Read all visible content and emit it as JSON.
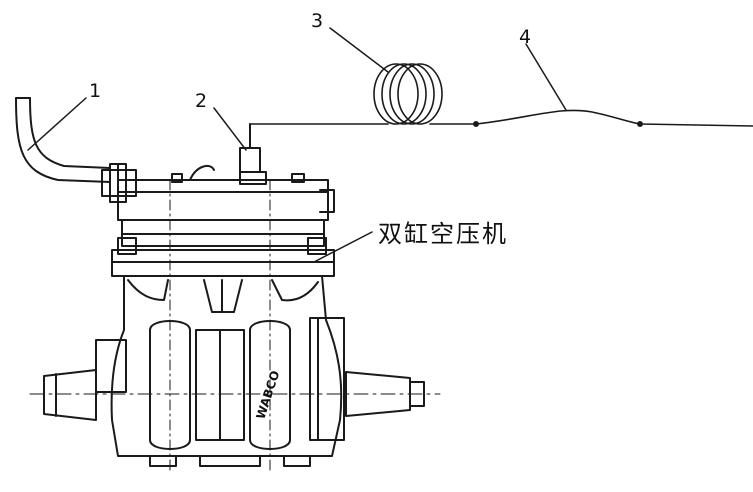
{
  "callouts": [
    {
      "id": "1",
      "text": "1"
    },
    {
      "id": "2",
      "text": "2"
    },
    {
      "id": "3",
      "text": "3"
    },
    {
      "id": "4",
      "text": "4"
    }
  ],
  "main_label": "双缸空压机",
  "brand_text": "WABCO",
  "colors": {
    "line": "#1a1a1a",
    "background": "#ffffff"
  }
}
